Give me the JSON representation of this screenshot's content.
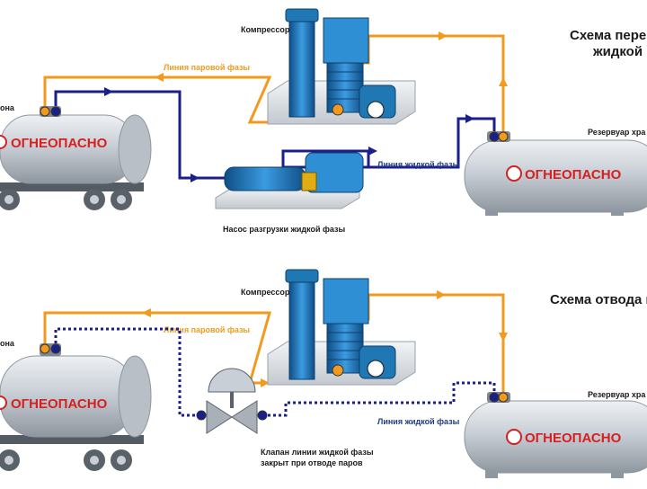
{
  "colors": {
    "vapor_line": "#f39a1e",
    "liquid_line": "#1b1f8a",
    "tank_body": "#c9cfd6",
    "equipment_blue": "#1f78b4",
    "warning_red": "#d62020"
  },
  "top": {
    "title_line1": "Схема перек",
    "title_line2": "жидкой",
    "compressor_label": "Компрессор",
    "vapor_line_label": "Линия паровой фазы",
    "liquid_line_label": "Линия жидкой фазы",
    "pump_label": "Насос разгрузки жидкой фазы",
    "rail_tank_label": "она",
    "rail_tank_warning": "ОГНЕОПАСНО",
    "storage_tank_label": "Резервуар хра",
    "storage_tank_warning": "ОГНЕОПАСНО"
  },
  "bottom": {
    "title_line1": "Схема отвода п",
    "compressor_label": "Компрессор",
    "vapor_line_label": "Линия паровой фазы",
    "liquid_line_label": "Линия жидкой фазы",
    "valve_label_line1": "Клапан линии жидкой фазы",
    "valve_label_line2": "закрыт при отводе паров",
    "rail_tank_label": "она",
    "rail_tank_warning": "ОГНЕОПАСНО",
    "storage_tank_label": "Резервуар хра",
    "storage_tank_warning": "ОГНЕОПАСНО"
  }
}
